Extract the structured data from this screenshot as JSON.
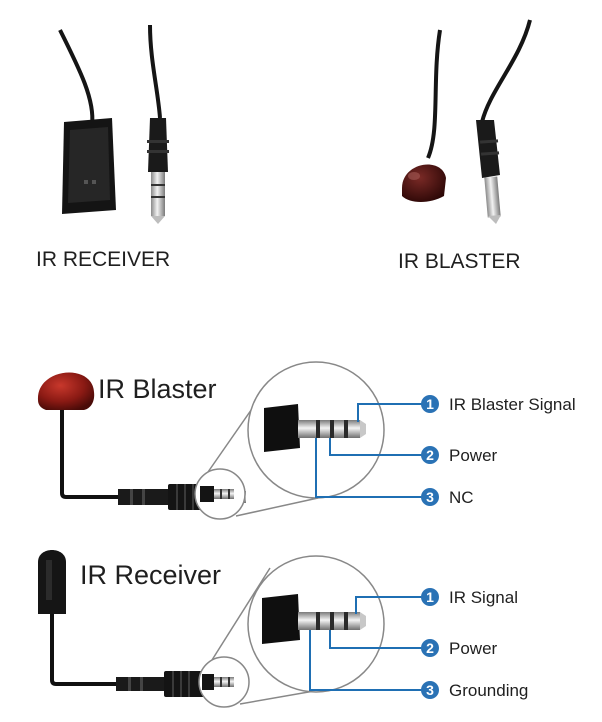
{
  "photos": {
    "receiver_label": "IR RECEIVER",
    "blaster_label": "IR BLASTER"
  },
  "diagrams": {
    "blaster": {
      "title": "IR Blaster",
      "pins": [
        {
          "number": "1",
          "label": "IR Blaster Signal"
        },
        {
          "number": "2",
          "label": "Power"
        },
        {
          "number": "3",
          "label": "NC"
        }
      ]
    },
    "receiver": {
      "title": "IR Receiver",
      "pins": [
        {
          "number": "1",
          "label": "IR Signal"
        },
        {
          "number": "2",
          "label": "Power"
        },
        {
          "number": "3",
          "label": "Grounding"
        }
      ]
    }
  },
  "colors": {
    "callout_blue": "#1f6fb3",
    "badge_blue": "#2a72b5",
    "blaster_red": "#8b1a14",
    "cable_black": "#1a1a1a",
    "plug_silver": "#c9c9c9"
  }
}
